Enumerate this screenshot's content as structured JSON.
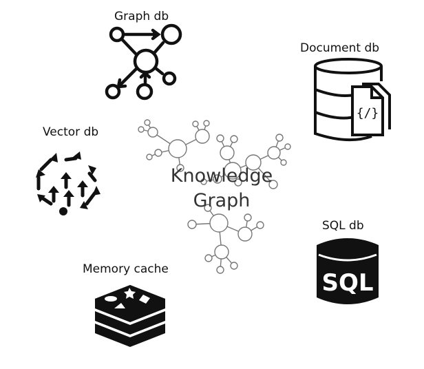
{
  "center": {
    "line1": "Knowledge",
    "line2": "Graph"
  },
  "stores": {
    "graph_db": {
      "label": "Graph db",
      "icon": "graph-network-icon"
    },
    "document_db": {
      "label": "Document db",
      "icon": "database-document-icon"
    },
    "vector_db": {
      "label": "Vector db",
      "icon": "vector-arrows-icon"
    },
    "sql_db": {
      "label": "SQL db",
      "icon": "sql-database-icon",
      "icon_text": "SQL"
    },
    "memory_cache": {
      "label": "Memory cache",
      "icon": "redis-stack-icon"
    }
  },
  "colors": {
    "ink": "#111111",
    "network": "#555555",
    "title": "#333333"
  }
}
